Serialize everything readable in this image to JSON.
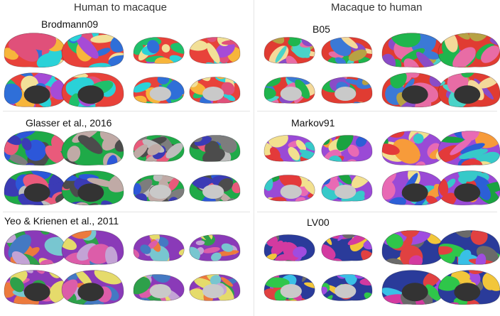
{
  "columns": {
    "left_title": "Human to macaque",
    "right_title": "Macaque to human"
  },
  "atlases": {
    "left": [
      "Brodmann09",
      "Glasser et al., 2016",
      "Yeo & Krienen et al., 2011"
    ],
    "right": [
      "B05",
      "Markov91",
      "LV00"
    ]
  },
  "palettes": {
    "brodmann": [
      "#e8423a",
      "#2f6fd8",
      "#1fc06b",
      "#f2e098",
      "#a64bd6",
      "#e0507a",
      "#2ad2d8",
      "#f7b53b"
    ],
    "glasser": [
      "#1faa48",
      "#2c57d9",
      "#4c4c4c",
      "#c0aaa6",
      "#e95a7b",
      "#7d7d7d",
      "#3b3bb5",
      "#bdbdbd"
    ],
    "yeo": [
      "#8a3ab8",
      "#ec7a3d",
      "#e5db6b",
      "#4479c3",
      "#dc5da9",
      "#2ea04a",
      "#c3a3d5",
      "#78c6d0"
    ],
    "b05": [
      "#e03c32",
      "#f4d99a",
      "#1fb54d",
      "#8a4cc7",
      "#3b79d6",
      "#4ad3c8",
      "#e86ca5",
      "#b7a244"
    ],
    "markov": [
      "#9a4ad6",
      "#1aa340",
      "#e33a3a",
      "#f2e08f",
      "#2c5fd6",
      "#e86ab4",
      "#37c9c9",
      "#f79b3a"
    ],
    "lv00": [
      "#2a3b9a",
      "#d33aa0",
      "#2fc64a",
      "#f2c63a",
      "#e04141",
      "#39c0e6",
      "#a04ce0",
      "#6a6a6a"
    ]
  }
}
